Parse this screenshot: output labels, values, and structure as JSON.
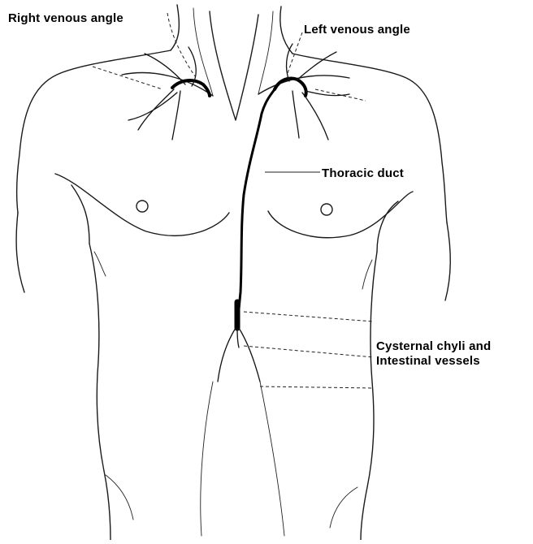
{
  "figure": {
    "labels": {
      "right_venous_angle": "Right venous angle",
      "left_venous_angle": "Left venous angle",
      "thoracic_duct": "Thoracic duct",
      "cysternal_line1": "Cysternal chyli and",
      "cysternal_line2": "Intestinal vessels"
    },
    "colors": {
      "ink": "#000000",
      "background": "#ffffff"
    }
  }
}
